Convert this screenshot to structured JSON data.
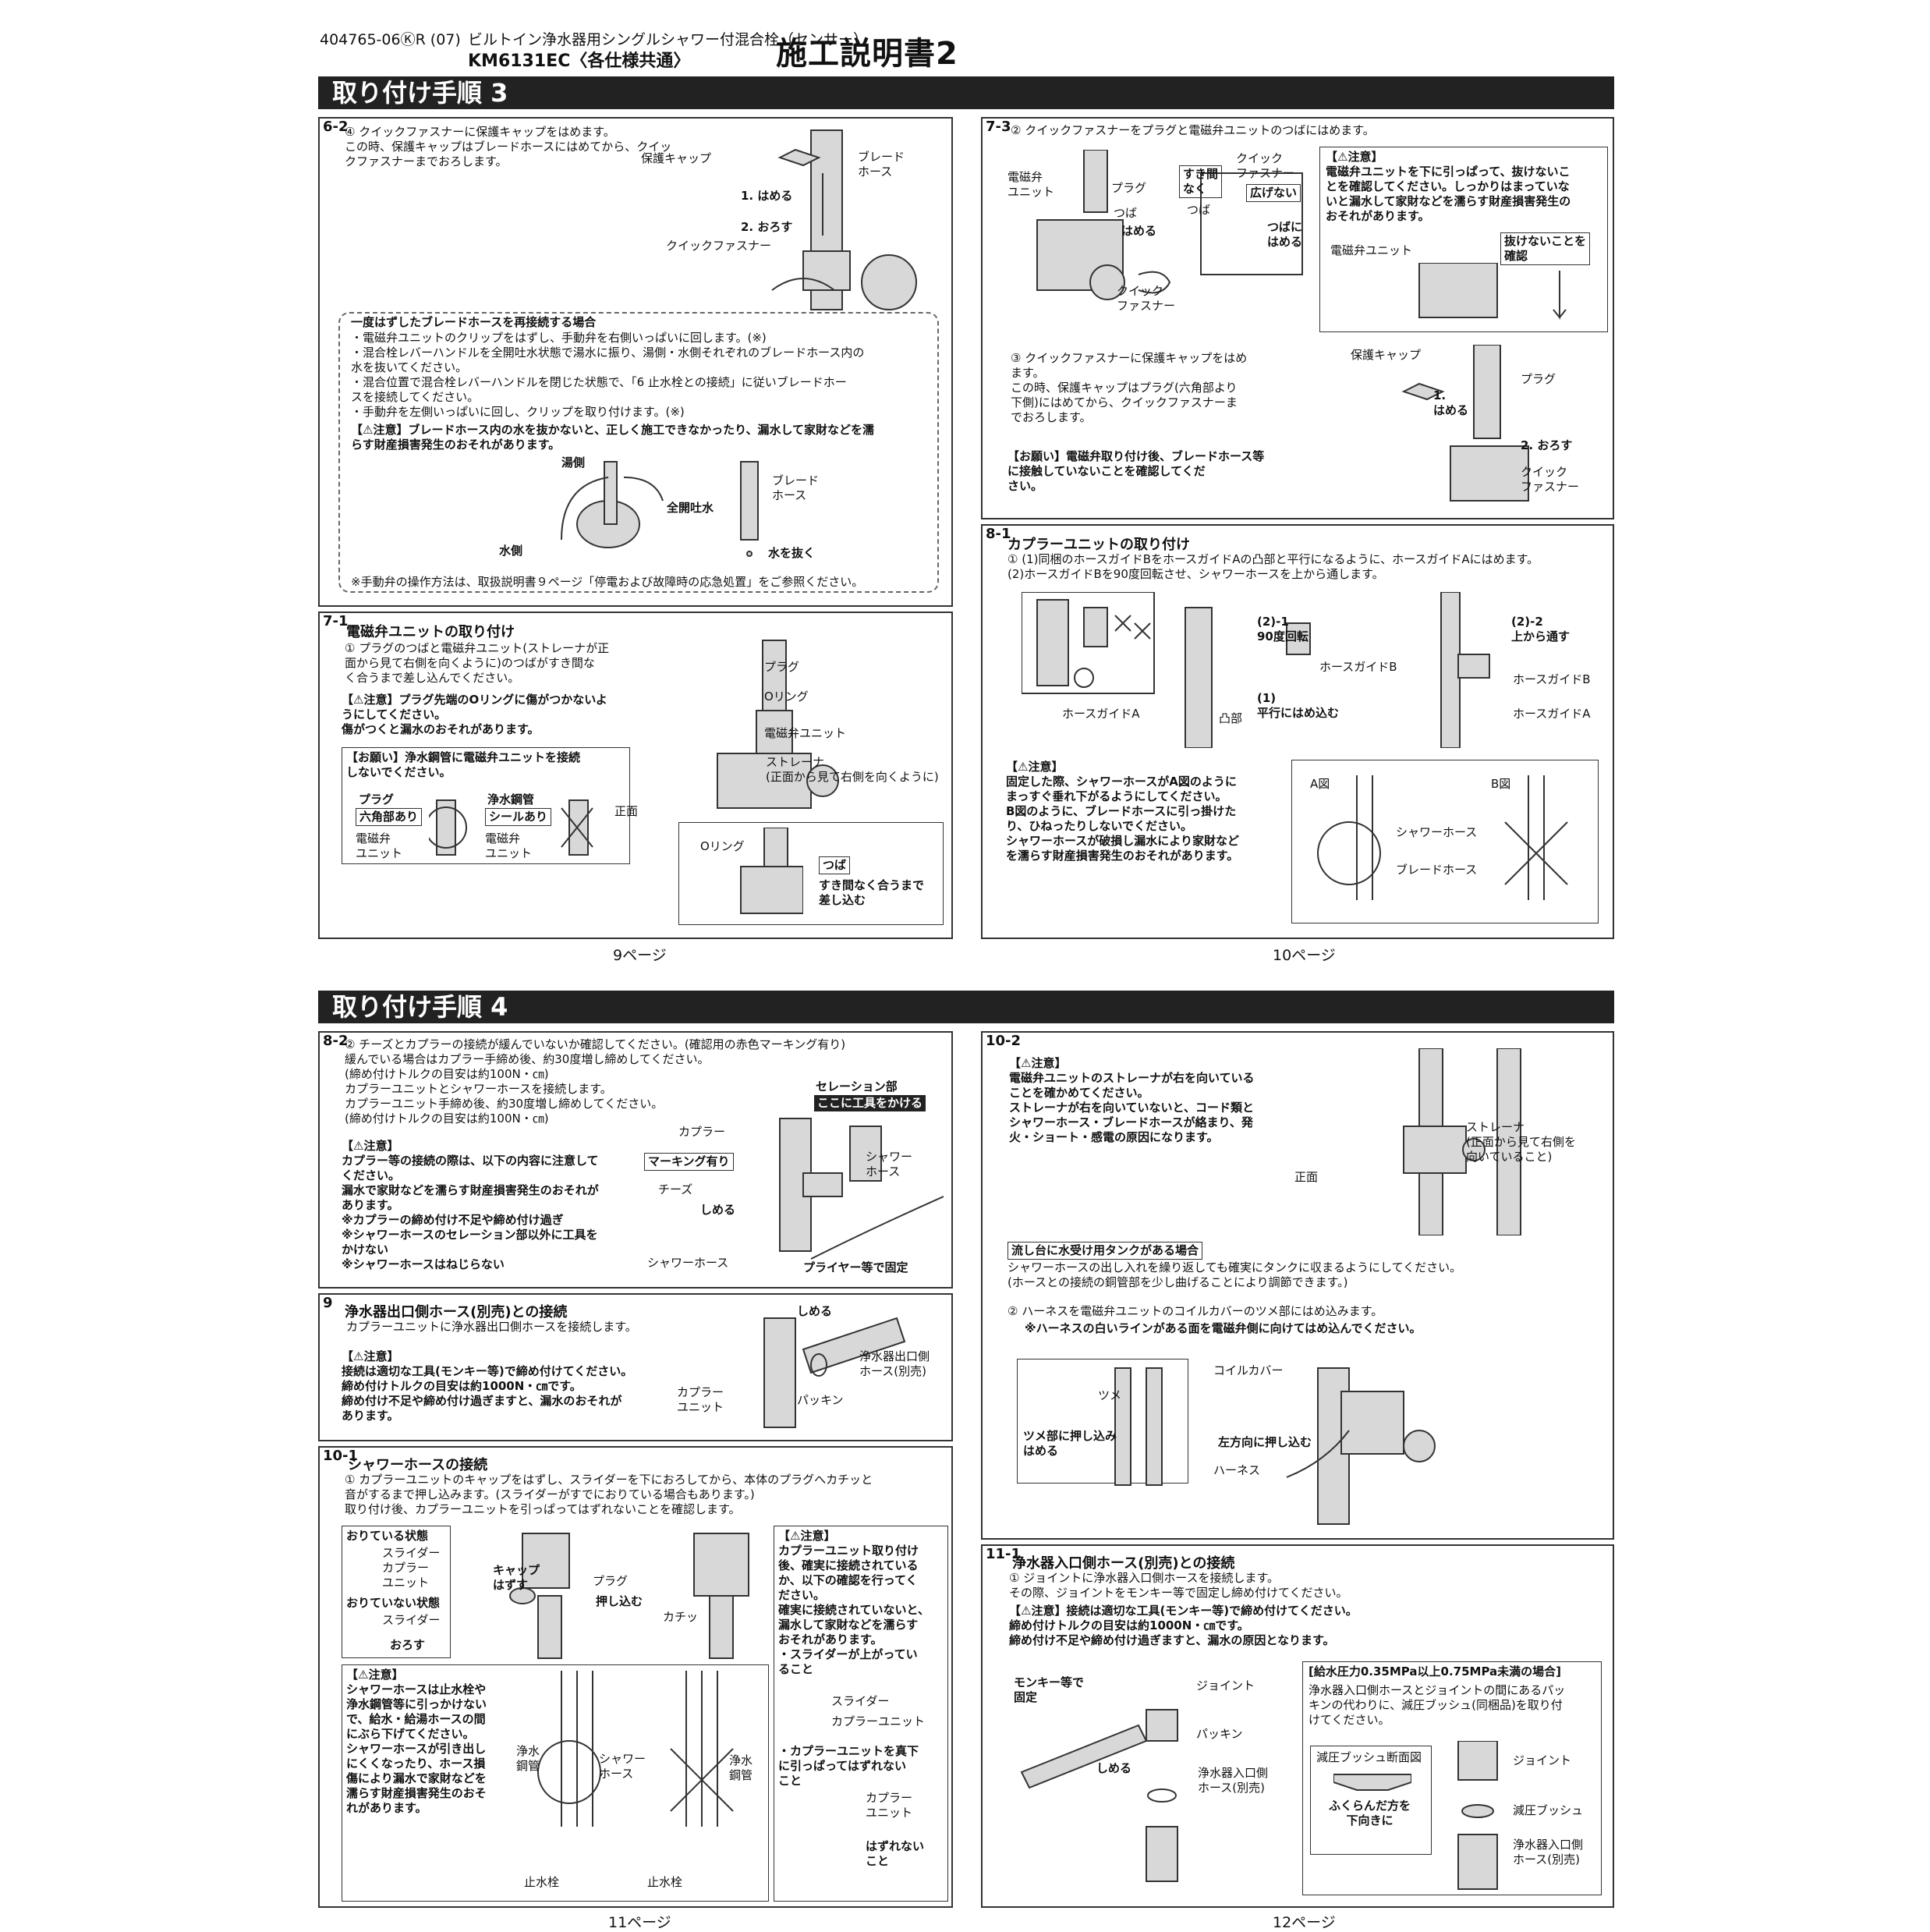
{
  "header": {
    "code": "404765-06ⓀR (07)",
    "product_line1": "ビルトイン浄水器用シングルシャワー付混合栓（センサー）",
    "product_line2": "KM6131EC〈各仕様共通〉",
    "doc_title": "施工説明書2"
  },
  "sections": [
    {
      "label": "取り付け手順 3"
    },
    {
      "label": "取り付け手順 4"
    }
  ],
  "p62": {
    "step": "6-2",
    "text": "④ クイックファスナーに保護キャップをはめます。\nこの時、保護キャップはブレードホースにはめてから、クイックファスナーまでおろします。",
    "labels": {
      "cap": "保護キャップ",
      "hose": "ブレード\nホース",
      "s1": "1. はめる",
      "s2": "2. おろす",
      "qf": "クイックファスナー"
    },
    "reattach_title": "一度はずしたブレードホースを再接続する場合",
    "reattach_text": "・電磁弁ユニットのクリップをはずし、手動弁を右側いっぱいに回します。(※)\n・混合栓レバーハンドルを全開吐水状態で湯水に振り、湯側・水側それぞれのブレードホース内の\n  水を抜いてください。\n・混合位置で混合栓レバーハンドルを閉じた状態で、「6 止水栓との接続」に従いブレードホー\n  スを接続してください。\n・手動弁を左側いっぱいに回し、クリップを取り付けます。(※)",
    "caution": "【⚠注意】ブレードホース内の水を抜かないと、正しく施工できなかったり、漏水して家財などを濡\n               らす財産損害発生のおそれがあります。",
    "valve_labels": {
      "hot": "湯側",
      "full": "全開吐水",
      "cold": "水側",
      "hose": "ブレード\nホース",
      "drain": "水を抜く"
    },
    "note": "※手動弁の操作方法は、取扱説明書９ページ「停電および故障時の応急処置」をご参照ください。"
  },
  "p71": {
    "step": "7-1",
    "title": "電磁弁ユニットの取り付け",
    "text": "① プラグのつばと電磁弁ユニット(ストレーナが正\n   面から見て右側を向くように)のつばがすき間な\n   く合うまで差し込んでください。",
    "caution": "【⚠注意】プラグ先端のOリングに傷がつかないよ\n                 うにしてください。\n                 傷がつくと漏水のおそれがあります。",
    "request": "【お願い】浄水鋼管に電磁弁ユニットを接続\n                 しないでください。",
    "labels": {
      "plug": "プラグ",
      "oring": "Oリング",
      "unit": "電磁弁ユニット",
      "strainer": "ストレーナ\n(正面から見て右側を向くように)",
      "front": "正面",
      "plug2": "プラグ",
      "hex": "六角部あり",
      "pipe": "浄水鋼管",
      "seal": "シールあり",
      "unit2": "電磁弁\nユニット",
      "unit3": "電磁弁\nユニット",
      "oring2": "Oリング",
      "tsuba": "つば",
      "fit": "すき間なく合うまで\n差し込む"
    }
  },
  "p73": {
    "step": "7-3",
    "text2": "② クイックファスナーをプラグと電磁弁ユニットのつばにはめます。",
    "labels": {
      "unit": "電磁弁\nユニット",
      "plug": "プラグ",
      "tsuba": "つば",
      "hameru": "はめる",
      "qf": "クイック\nファスナー",
      "gap": "すき間\nなく",
      "qf2": "クイック\nファスナー",
      "wide": "広げない",
      "tsuba2": "つば",
      "tsubani": "つばに\nはめる"
    },
    "caution": "【⚠注意】\n電磁弁ユニットを下に引っぱって、抜けないこ\nとを確認してください。しっかりはまっていな\nいと漏水して家財などを濡らす財産損害発生の\nおそれがあります。",
    "caution_labels": {
      "unit": "電磁弁ユニット",
      "check": "抜けないことを\n確認"
    },
    "text3": "③ クイックファスナーに保護キャップをはめ\n   ます。\n   この時、保護キャップはプラグ(六角部より\n   下側)にはめてから、クイックファスナーま\n   でおろします。",
    "request": "【お願い】電磁弁取り付け後、ブレードホース等\n               に接触していないことを確認してくだ\n               さい。",
    "labels3": {
      "cap": "保護キャップ",
      "plug": "プラグ",
      "s1": "1.\nはめる",
      "s2": "2. おろす",
      "qf": "クイック\nファスナー"
    }
  },
  "p81": {
    "step": "8-1",
    "title": "カプラーユニットの取り付け",
    "text": "① (1)同梱のホースガイドBをホースガイドAの凸部と平行になるように、ホースガイドAにはめます。\n   (2)ホースガイドBを90度回転させ、シャワーホースを上から通します。",
    "labels": {
      "r1": "(2)-1\n90度回転",
      "gb": "ホースガイドB",
      "ga": "ホースガイドA",
      "totsu": "凸部",
      "par": "(1)\n平行にはめ込む",
      "r2": "(2)-2\n上から通す",
      "gb2": "ホースガイドB",
      "ga2": "ホースガイドA"
    },
    "caution": "【⚠注意】\n固定した際、シャワーホースがA図のように\nまっすぐ垂れ下がるようにしてください。\nB図のように、ブレードホースに引っ掛けた\nり、ひねったりしないでください。\nシャワーホースが破損し漏水により家財など\nを濡らす財産損害発生のおそれがあります。",
    "figs": {
      "a": "A図",
      "b": "B図",
      "shower": "シャワーホース",
      "braid": "ブレードホース"
    }
  },
  "page9": "9ページ",
  "page10": "10ページ",
  "p82": {
    "step": "8-2",
    "text": "② チーズとカプラーの接続が緩んでいないか確認してください。(確認用の赤色マーキング有り)\n   緩んでいる場合はカプラー手締め後、約30度増し締めしてください。\n   (締め付けトルクの目安は約100N・㎝)\n   カプラーユニットとシャワーホースを接続します。\n   カプラーユニット手締め後、約30度増し締めしてください。\n   (締め付けトルクの目安は約100N・㎝)",
    "caution": "【⚠注意】\nカプラー等の接続の際は、以下の内容に注意して\nください。\n漏水で家財などを濡らす財産損害発生のおそれが\nあります。\n※カプラーの締め付け不足や締め付け過ぎ\n※シャワーホースのセレーション部以外に工具を\n   かけない\n※シャワーホースはねじらない",
    "labels": {
      "serr": "セレーション部",
      "tool": "ここに工具をかける",
      "coupler": "カプラー",
      "mark": "マーキング有り",
      "cheese": "チーズ",
      "shime": "しめる",
      "hose": "シャワー\nホース",
      "shower": "シャワーホース",
      "plier": "プライヤー等で固定"
    }
  },
  "p9": {
    "step": "9",
    "title": "浄水器出口側ホース(別売)との接続",
    "text": "カプラーユニットに浄水器出口側ホースを接続します。",
    "caution": "【⚠注意】\n接続は適切な工具(モンキー等)で締め付けてください。\n締め付けトルクの目安は約1000N・㎝です。\n締め付け不足や締め付け過ぎますと、漏水のおそれが\nあります。",
    "labels": {
      "shime": "しめる",
      "out": "浄水器出口側\nホース(別売)",
      "coupler": "カプラー\nユニット",
      "packing": "パッキン"
    }
  },
  "p101": {
    "step": "10-1",
    "title": "シャワーホースの接続",
    "text": "① カプラーユニットのキャップをはずし、スライダーを下におろしてから、本体のプラグへカチッと\n   音がするまで押し込みます。(スライダーがすでにおりている場合もあります。)\n   取り付け後、カプラーユニットを引っぱってはずれないことを確認します。",
    "state1": "おりている状態",
    "state1_labels": "スライダー\nカプラー\nユニット",
    "state2": "おりていない状態",
    "state2_labels": {
      "slider": "スライダー",
      "down": "おろす"
    },
    "labels": {
      "cap": "キャップ\nはずす",
      "plug": "プラグ",
      "push": "押し込む",
      "click": "カチッ"
    },
    "caution_r": "【⚠注意】\nカプラーユニット取り付け\n後、確実に接続されている\nか、以下の確認を行ってく\nださい。\n確実に接続されていないと、\n漏水して家財などを濡らす\nおそれがあります。\n・スライダーが上がってい\n  ること",
    "cr_labels": {
      "slider": "スライダー",
      "coupler": "カプラーユニット"
    },
    "caution_r2": "・カプラーユニットを真下\n  に引っぱってはずれない\n  こと",
    "cr2_labels": {
      "coupler": "カプラー\nユニット",
      "ok": "はずれない\nこと"
    },
    "caution_b": "【⚠注意】\nシャワーホースは止水栓や\n浄水鋼管等に引っかけない\nで、給水・給湯ホースの間\nにぶら下げてください。\nシャワーホースが引き出し\nにくくなったり、ホース損\n傷により漏水で家財などを\n濡らす財産損害発生のおそ\nれがあります。",
    "cb_labels": {
      "pipe": "浄水\n鋼管",
      "shower": "シャワー\nホース",
      "pipe2": "浄水\n鋼管",
      "stop": "止水栓",
      "stop2": "止水栓"
    }
  },
  "p102": {
    "step": "10-2",
    "caution": "【⚠注意】\n電磁弁ユニットのストレーナが右を向いている\nことを確かめてください。\nストレーナが右を向いていないと、コード類と\nシャワーホース・ブレードホースが絡まり、発\n火・ショート・感電の原因になります。",
    "labels": {
      "strainer": "ストレーナ\n(正面から見て右側を\n向いていること)",
      "front": "正面"
    },
    "tank_title": "流し台に水受け用タンクがある場合",
    "tank_text": "シャワーホースの出し入れを繰り返しても確実にタンクに収まるようにしてください。\n(ホースとの接続の銅管部を少し曲げることにより調節できます。)",
    "text2": "② ハーネスを電磁弁ユニットのコイルカバーのツメ部にはめ込みます。",
    "text2b": "※ハーネスの白いラインがある面を電磁弁側に向けてはめ込んでください。",
    "labels2": {
      "coil": "コイルカバー",
      "tsume": "ツメ",
      "push": "ツメ部に押し込み\nはめる",
      "left": "左方向に押し込む",
      "harness": "ハーネス"
    }
  },
  "p111": {
    "step": "11-1",
    "title": "浄水器入口側ホース(別売)との接続",
    "text": "① ジョイントに浄水器入口側ホースを接続します。\n   その際、ジョイントをモンキー等で固定し締め付けてください。",
    "caution": "【⚠注意】接続は適切な工具(モンキー等)で締め付けてください。\n               締め付けトルクの目安は約1000N・㎝です。\n               締め付け不足や締め付け過ぎますと、漏水の原因となります。",
    "labels": {
      "monkey": "モンキー等で\n固定",
      "joint": "ジョイント",
      "packing": "パッキン",
      "shime": "しめる",
      "inlet": "浄水器入口側\nホース(別売)"
    },
    "pressure_title": "[給水圧力0.35MPa以上0.75MPa未満の場合]",
    "pressure_text": "浄水器入口側ホースとジョイントの間にあるパッ\nキンの代わりに、減圧ブッシュ(同梱品)を取り付\nけてください。",
    "bush_title": "減圧ブッシュ断面図",
    "bush_text": "ふくらんだ方を\n下向きに",
    "plabels": {
      "joint": "ジョイント",
      "bush": "減圧ブッシュ",
      "inlet": "浄水器入口側\nホース(別売)"
    }
  },
  "page11": "11ページ",
  "page12": "12ページ"
}
